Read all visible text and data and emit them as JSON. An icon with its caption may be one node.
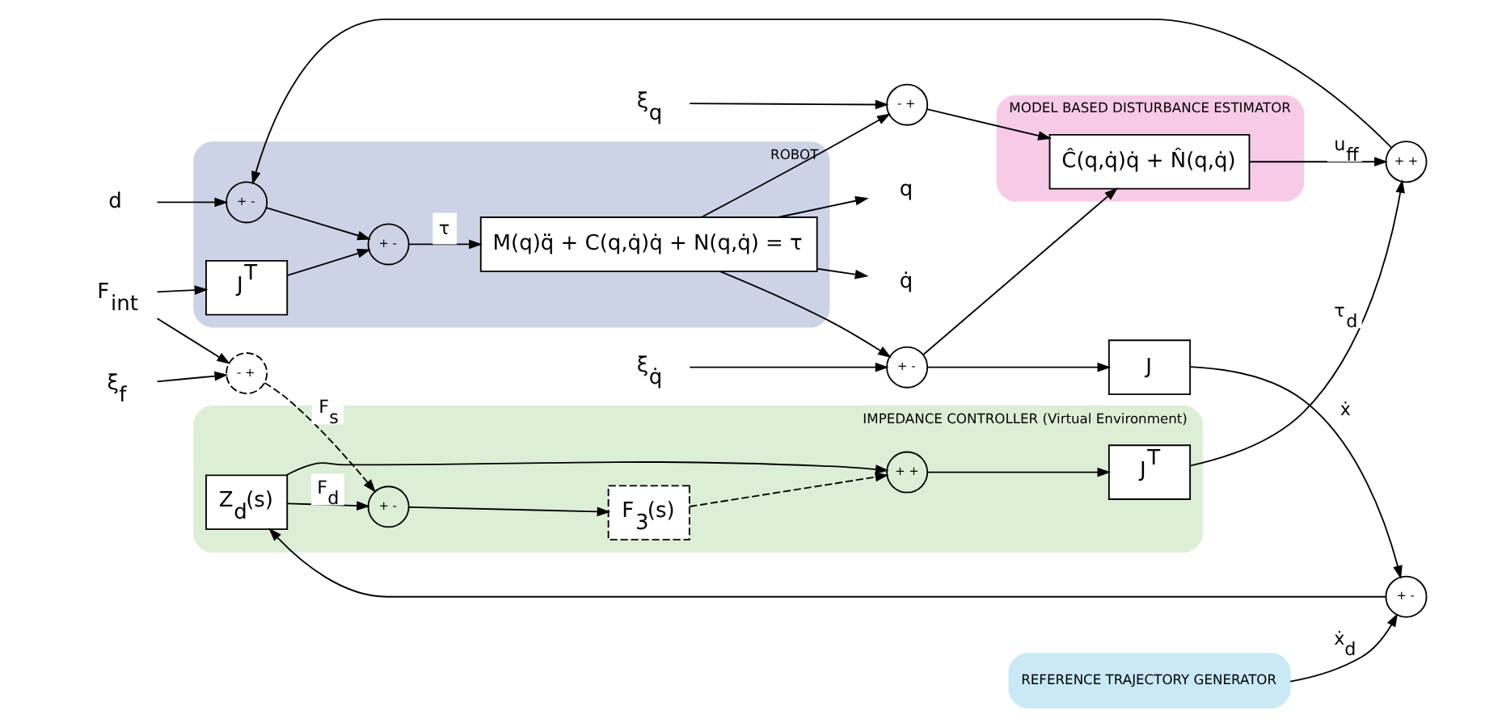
{
  "diagram": {
    "nodes": [
      {
        "text": [
          "IMPEDANCE CONTROLLER (Virtual Environment)"
        ]
      },
      {
        "text": [
          "Z$_{d}$(s)"
        ],
        "in": 0
      },
      {
        "text": [
          "+",
          "-"
        ],
        "in": 0
      },
      {
        "text": [
          "F$_{3}$(s)"
        ],
        "in": 0
      },
      {
        "text": [
          "+",
          "+"
        ],
        "in": 0
      },
      {
        "text": [
          "J$^{T}$"
        ],
        "in": 0
      },
      {
        "text": [
          "MODEL BASED DISTURBANCE ESTIMATOR"
        ]
      },
      {
        "text": [
          "Ĉ(q,q̇)q̇ + N̂(q,q̇)"
        ],
        "in": 6
      },
      {
        "text": [
          "+",
          "+"
        ]
      },
      {
        "text": [
          "ROBOT"
        ]
      },
      {
        "text": [
          "+",
          "-"
        ],
        "in": 9
      },
      {
        "text": [
          "+",
          "-"
        ],
        "in": 9
      },
      {
        "text": [
          "J$^{T}$"
        ],
        "in": 9
      },
      {
        "text": [
          "M(q)q̈ + C(q,q̇)q̇ + N(q,q̇) = τ"
        ],
        "in": 9
      },
      {
        "text": [
          "-",
          "+"
        ]
      },
      {
        "text": [
          "+",
          "-"
        ]
      },
      {
        "text": [
          "J"
        ]
      },
      {
        "text": [
          "+",
          "-"
        ]
      },
      {
        "text": [
          "REFERENCE TRAJECTORY GENERATOR"
        ]
      },
      {
        "text": [
          "-",
          "+"
        ]
      },
      {
        "text": [
          "d"
        ]
      },
      {
        "text": [
          "F$_{int}$"
        ]
      },
      {
        "text": [
          "ξ$_{f}$"
        ]
      },
      {
        "text": [
          "ξ$_{q}$"
        ]
      },
      {
        "text": [
          "ξ$_{q̇}$"
        ]
      },
      {
        "text": [
          "q"
        ]
      },
      {
        "text": [
          "q̇"
        ]
      }
    ],
    "edges": [
      {
        "from": 18,
        "to": 17,
        "arrow": "to",
        "label": "ẋ$_{d}$"
      },
      {
        "from": 16,
        "to": 17,
        "arrow": "to",
        "label": "ẋ"
      },
      {
        "from": 17,
        "to": 1,
        "arrow": "to"
      },
      {
        "from": 1,
        "to": 2,
        "arrow": "to",
        "label": "F$_{d}$"
      },
      {
        "from": 1,
        "to": 4,
        "arrow": "to"
      },
      {
        "from": 2,
        "to": 3,
        "arrow": "to"
      },
      {
        "from": 3,
        "to": 4,
        "arrow": "to",
        "style": "dashed"
      },
      {
        "from": 4,
        "to": 5,
        "arrow": "to"
      },
      {
        "from": 5,
        "to": 8,
        "arrow": "to",
        "label": "τ$_{d}$"
      },
      {
        "from": 7,
        "to": 8,
        "arrow": "to",
        "label": "u$_{ff}$"
      },
      {
        "from": 8,
        "to": 10,
        "arrow": "to"
      },
      {
        "from": 20,
        "to": 10,
        "arrow": "to"
      },
      {
        "from": 10,
        "to": 11,
        "arrow": "to"
      },
      {
        "from": 21,
        "to": 12,
        "arrow": "to"
      },
      {
        "from": 12,
        "to": 11,
        "arrow": "to"
      },
      {
        "from": 11,
        "to": 13,
        "arrow": "to",
        "label": "τ"
      },
      {
        "from": 13,
        "to": 25,
        "arrow": "to"
      },
      {
        "from": 13,
        "to": 14,
        "arrow": "to"
      },
      {
        "from": 23,
        "to": 14,
        "arrow": "to"
      },
      {
        "from": 14,
        "to": 7,
        "arrow": "to"
      },
      {
        "from": 13,
        "to": 26,
        "arrow": "to"
      },
      {
        "from": 13,
        "to": 15,
        "arrow": "to"
      },
      {
        "from": 24,
        "to": 15,
        "arrow": "to"
      },
      {
        "from": 15,
        "to": 16,
        "arrow": "to"
      },
      {
        "from": 15,
        "to": 7,
        "arrow": "to"
      },
      {
        "from": 21,
        "to": 19,
        "arrow": "to"
      },
      {
        "from": 22,
        "to": 19,
        "arrow": "to"
      },
      {
        "from": 19,
        "to": 2,
        "arrow": "to",
        "style": "dashed",
        "label": "F$_{s}$"
      }
    ]
  }
}
